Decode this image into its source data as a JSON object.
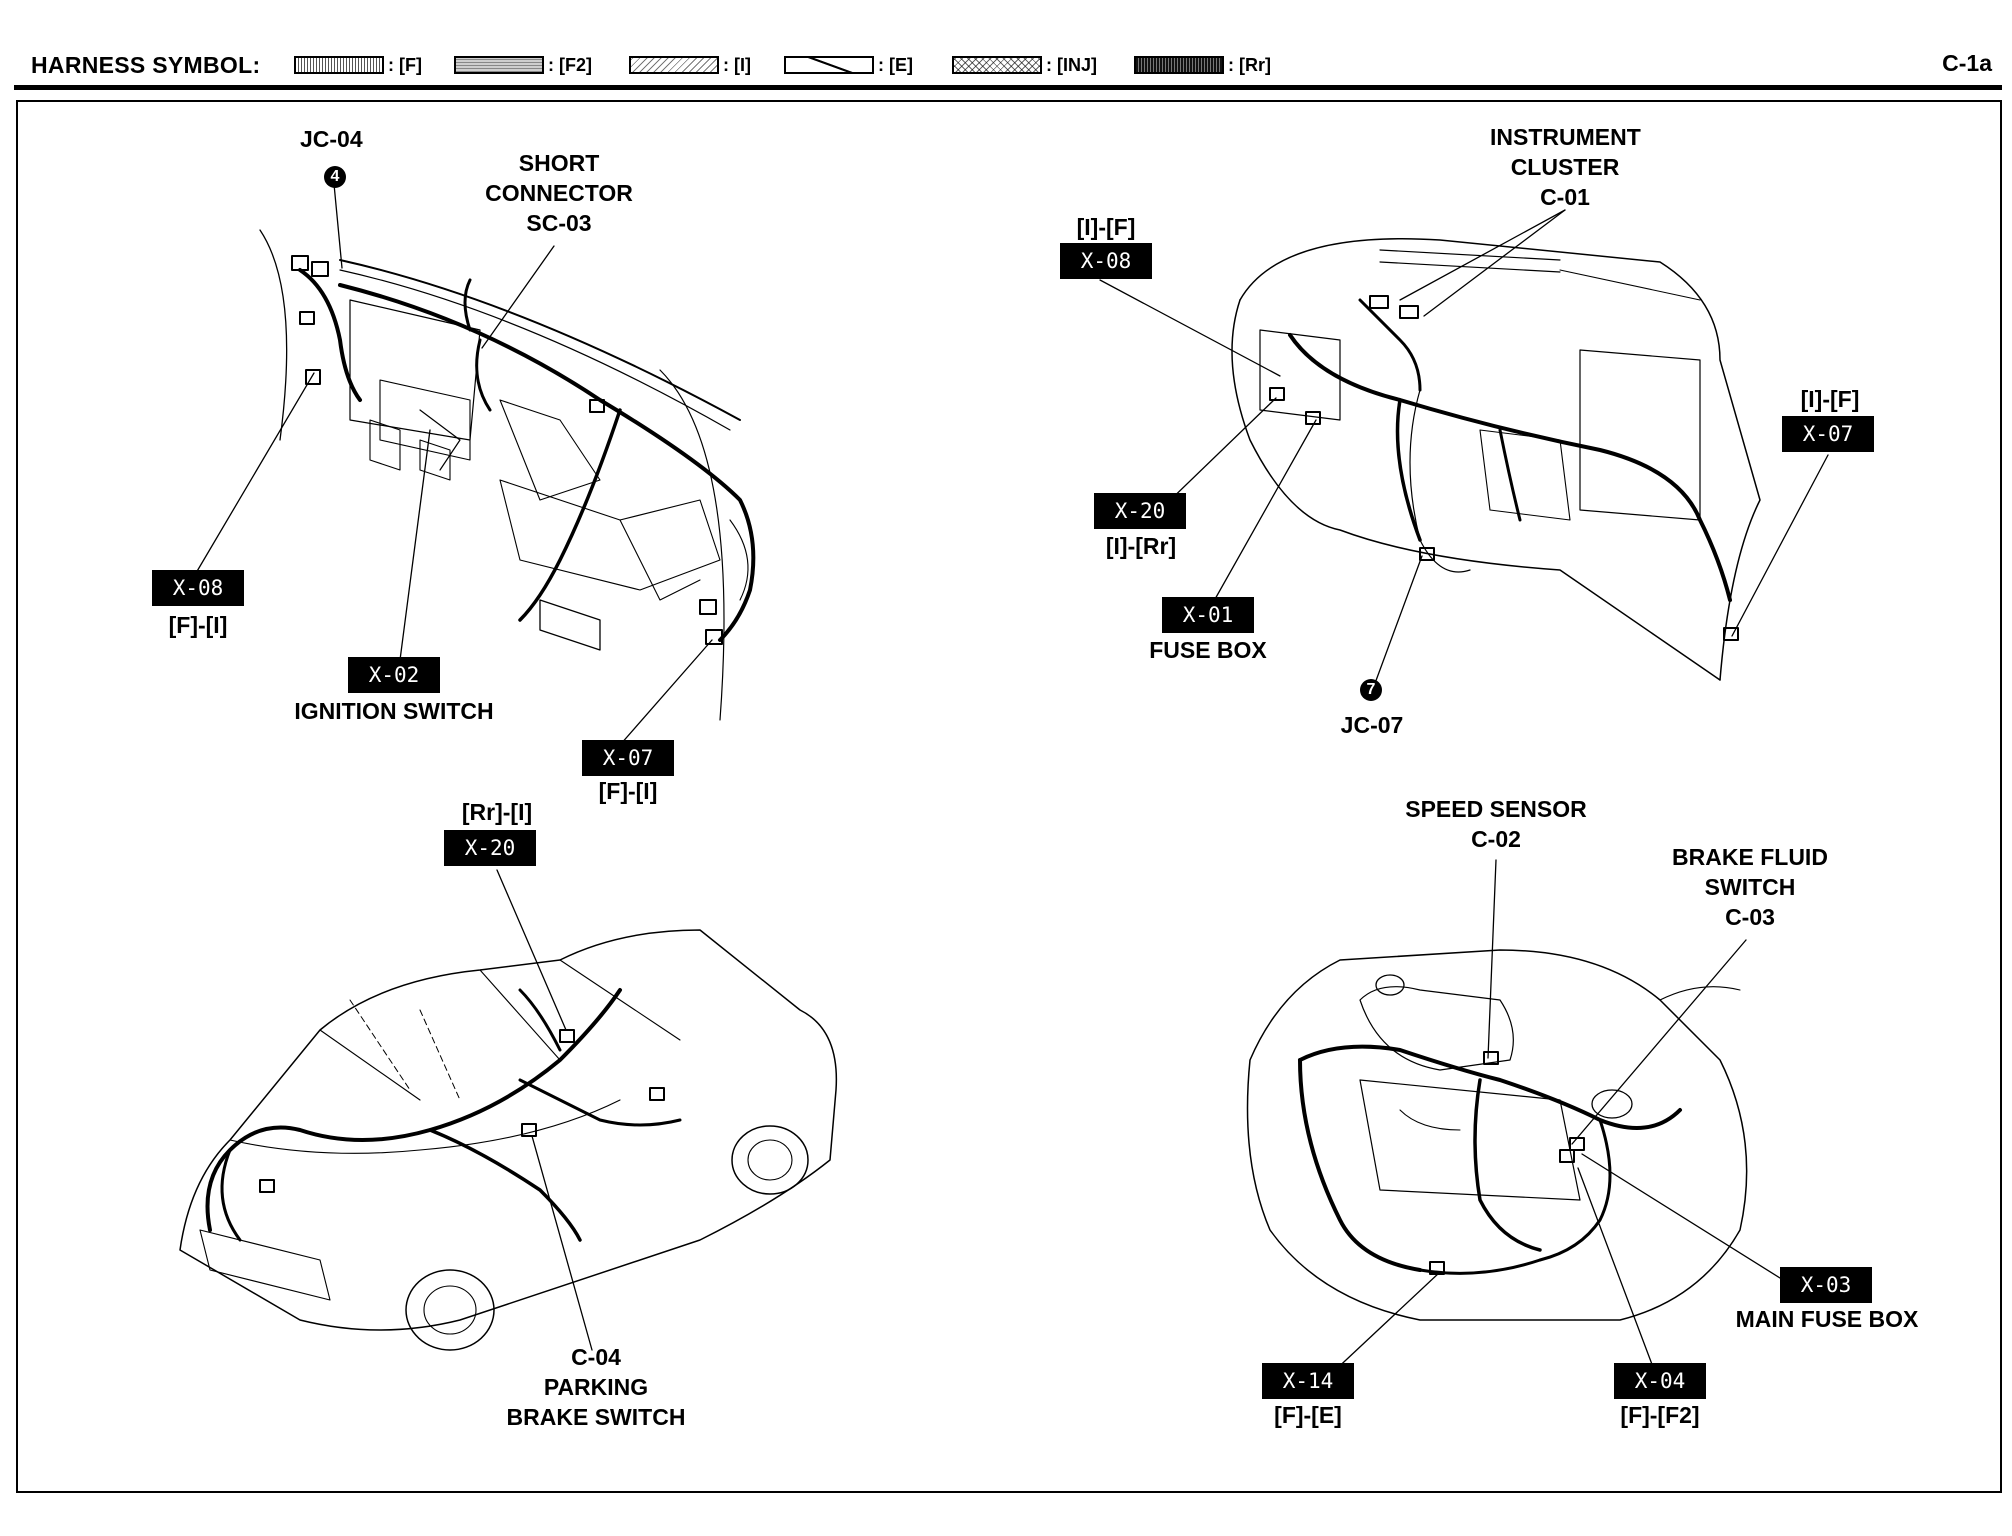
{
  "header": {
    "title": "HARNESS SYMBOL:",
    "page_code": "C-1a",
    "symbols": [
      {
        "code": ": [F]",
        "pattern": "dots"
      },
      {
        "code": ": [F2]",
        "pattern": "fine-grid"
      },
      {
        "code": ": [I]",
        "pattern": "hatch-light"
      },
      {
        "code": ": [E]",
        "pattern": "hatch-single"
      },
      {
        "code": ": [INJ]",
        "pattern": "crosshatch"
      },
      {
        "code": ": [Rr]",
        "pattern": "dark-dots"
      }
    ]
  },
  "views": {
    "driver_side_dash": {
      "jc04": {
        "label": "JC-04",
        "marker": "4"
      },
      "short_connector": {
        "line1": "SHORT",
        "line2": "CONNECTOR",
        "line3": "SC-03"
      },
      "x08": {
        "tag": "X-08",
        "note": "[F]-[I]"
      },
      "x02": {
        "tag": "X-02",
        "note": "IGNITION SWITCH"
      },
      "x07": {
        "tag": "X-07",
        "note": "[F]-[I]"
      }
    },
    "passenger_side_dash": {
      "instrument_cluster": {
        "line1": "INSTRUMENT",
        "line2": "CLUSTER",
        "line3": "C-01"
      },
      "x08": {
        "tag": "X-08",
        "note": "[I]-[F]"
      },
      "x20": {
        "tag": "X-20",
        "note": "[I]-[Rr]"
      },
      "x01": {
        "tag": "X-01",
        "note": "FUSE BOX"
      },
      "jc07": {
        "label": "JC-07",
        "marker": "7"
      },
      "x07": {
        "tag": "X-07",
        "note": "[I]-[F]"
      }
    },
    "rear_body": {
      "x20": {
        "tag": "X-20",
        "note": "[Rr]-[I]"
      },
      "c04": {
        "line1": "C-04",
        "line2": "PARKING",
        "line3": "BRAKE SWITCH"
      }
    },
    "engine_room": {
      "speed_sensor": {
        "line1": "SPEED SENSOR",
        "line2": "C-02"
      },
      "brake_fluid": {
        "line1": "BRAKE FLUID",
        "line2": "SWITCH",
        "line3": "C-03"
      },
      "x03": {
        "tag": "X-03",
        "note": "MAIN FUSE BOX"
      },
      "x14": {
        "tag": "X-14",
        "note": "[F]-[E]"
      },
      "x04": {
        "tag": "X-04",
        "note": "[F]-[F2]"
      }
    }
  }
}
